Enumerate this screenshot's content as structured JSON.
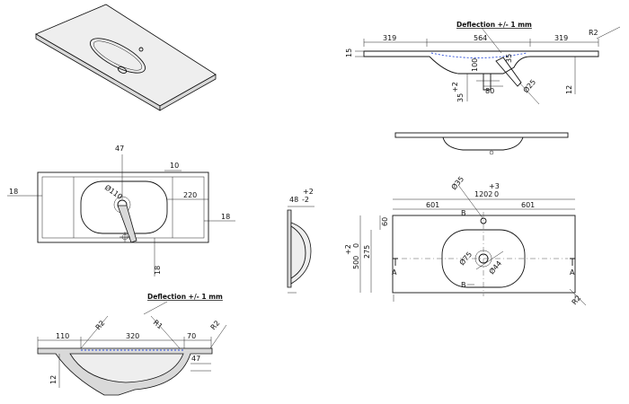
{
  "drawing": {
    "isometric_view": {},
    "front_section_top": {
      "note": "Deflection +/- 1 mm",
      "dims": {
        "left_width": "319",
        "center_width": "564",
        "right_width": "319",
        "thickness": "15",
        "edge": "12",
        "depth_100": "100",
        "offset_35": "35",
        "hole_80": "80",
        "waste_25": "Ø25",
        "tol_plus2": "+2",
        "offset_35_2": "35",
        "r2": "R2"
      }
    },
    "side_elevation": {},
    "plan_left": {
      "dims": {
        "top_47": "47",
        "side_10": "10",
        "left_18": "18",
        "right_220": "220",
        "right_18": "18",
        "bottom_18": "18",
        "hole_110": "Ø110"
      }
    },
    "side_profile": {
      "dims": {
        "tol": "+2",
        "value": "48",
        "minus": "-2"
      }
    },
    "plan_right": {
      "dims": {
        "tol_top": "+3",
        "zero_top": "0",
        "total_width": "1202",
        "left_601": "601",
        "right_601": "601",
        "height_500": "500",
        "tol_side": "+2",
        "zero_side": "0",
        "inner_275": "275",
        "inner_60": "60",
        "tap_35": "Ø35",
        "waste_75": "Ø75",
        "waste_44": "Ø44",
        "r2": "R2"
      },
      "sections": {
        "a": "A",
        "b": "B"
      }
    },
    "bottom_section": {
      "note": "Deflection +/- 1 mm",
      "dims": {
        "left_110": "110",
        "mid_320": "320",
        "right_70": "70",
        "depth_47": "47",
        "edge_12": "12",
        "r2_left": "R2",
        "r1": "R1",
        "r2_right": "R2"
      }
    }
  }
}
